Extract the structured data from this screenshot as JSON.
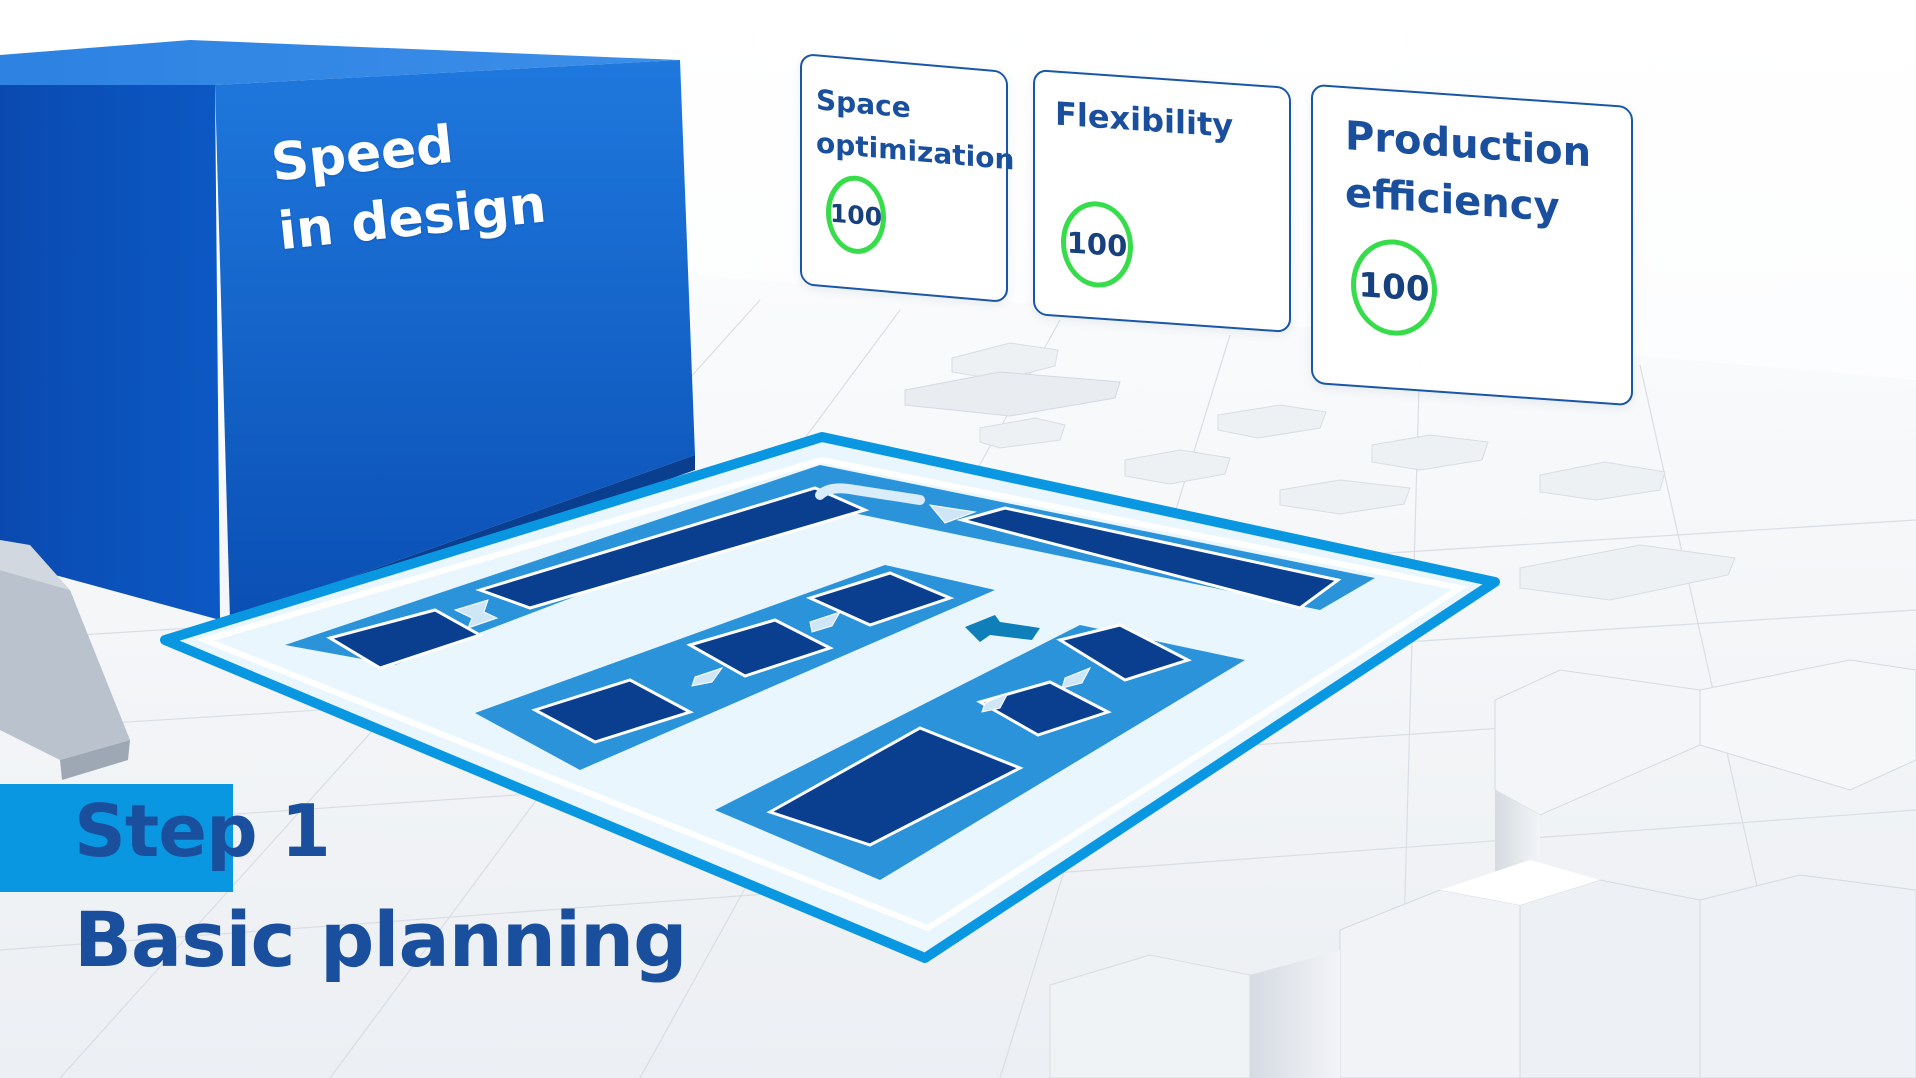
{
  "cube": {
    "line1": "Speed",
    "line2": "in design"
  },
  "kpis": {
    "space": {
      "line1": "Space",
      "line2": "optimization",
      "value": "100"
    },
    "flexibility": {
      "line1": "Flexibility",
      "value": "100"
    },
    "production": {
      "line1": "Production",
      "line2": "efficiency",
      "value": "100"
    }
  },
  "step": {
    "title": "Step 1",
    "subtitle": "Basic planning"
  },
  "colors": {
    "brand_blue": "#1a4f9e",
    "cube_blue": "#0d5fc8",
    "accent_cyan": "#0a97e2",
    "layout_zone": "#1688d6",
    "machine_block": "#0a3f8f",
    "score_ring": "#37dc4a"
  },
  "icons": {
    "flow_arrows": "chevron-arrow-icon",
    "entry_arrow": "arrow-left-icon"
  }
}
